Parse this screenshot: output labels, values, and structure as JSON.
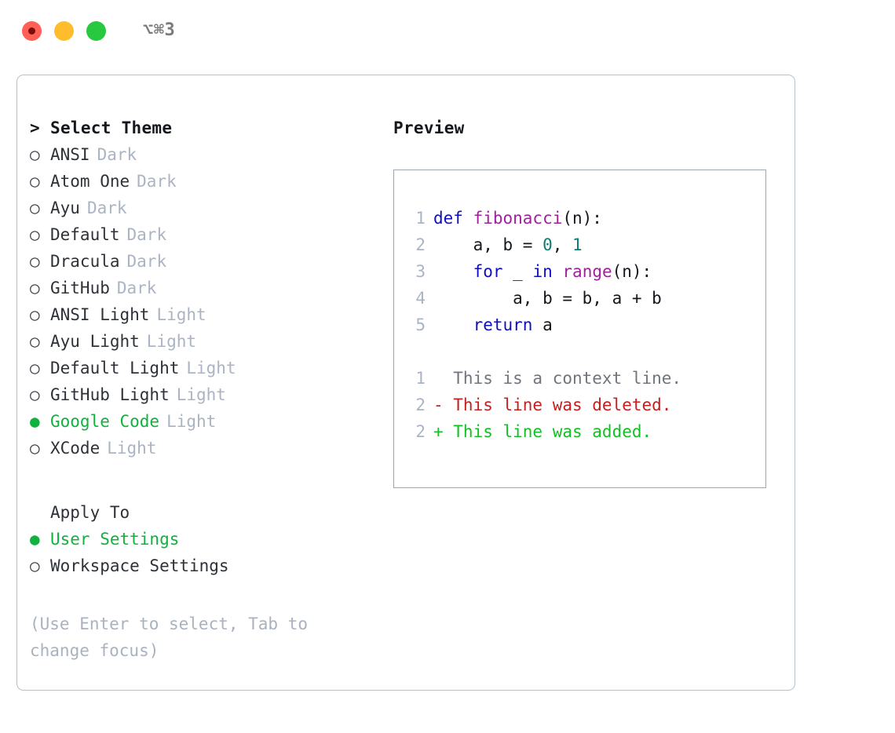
{
  "titlebar": {
    "shortcut": "⌥⌘3",
    "buttons": [
      {
        "name": "close",
        "color": "#ff5f57"
      },
      {
        "name": "minimize",
        "color": "#ffbd2e"
      },
      {
        "name": "maximize",
        "color": "#28c840"
      }
    ]
  },
  "theme_picker": {
    "heading": "Select Theme",
    "caret": ">",
    "radio_unselected": "○",
    "radio_selected": "●",
    "items": [
      {
        "label": "ANSI",
        "tag": "Dark",
        "selected": false
      },
      {
        "label": "Atom One",
        "tag": "Dark",
        "selected": false
      },
      {
        "label": "Ayu",
        "tag": "Dark",
        "selected": false
      },
      {
        "label": "Default",
        "tag": "Dark",
        "selected": false
      },
      {
        "label": "Dracula",
        "tag": "Dark",
        "selected": false
      },
      {
        "label": "GitHub",
        "tag": "Dark",
        "selected": false
      },
      {
        "label": "ANSI Light",
        "tag": "Light",
        "selected": false
      },
      {
        "label": "Ayu Light",
        "tag": "Light",
        "selected": false
      },
      {
        "label": "Default Light",
        "tag": "Light",
        "selected": false
      },
      {
        "label": "GitHub Light",
        "tag": "Light",
        "selected": false
      },
      {
        "label": "Google Code",
        "tag": "Light",
        "selected": true
      },
      {
        "label": "XCode",
        "tag": "Light",
        "selected": false
      }
    ]
  },
  "apply_to": {
    "heading": "Apply To",
    "items": [
      {
        "label": "User Settings",
        "selected": true
      },
      {
        "label": "Workspace Settings",
        "selected": false
      }
    ]
  },
  "hint": "(Use Enter to select, Tab to change focus)",
  "preview": {
    "title": "Preview",
    "code_lines": [
      {
        "num": "1",
        "tokens": [
          {
            "t": "def ",
            "c": "kw"
          },
          {
            "t": "fibonacci",
            "c": "fn"
          },
          {
            "t": "(n):",
            "c": "plain"
          }
        ]
      },
      {
        "num": "2",
        "tokens": [
          {
            "t": "    a, b = ",
            "c": "plain"
          },
          {
            "t": "0",
            "c": "num"
          },
          {
            "t": ", ",
            "c": "plain"
          },
          {
            "t": "1",
            "c": "num"
          }
        ]
      },
      {
        "num": "3",
        "tokens": [
          {
            "t": "    ",
            "c": "plain"
          },
          {
            "t": "for",
            "c": "kw"
          },
          {
            "t": " _ ",
            "c": "plain"
          },
          {
            "t": "in",
            "c": "kw"
          },
          {
            "t": " ",
            "c": "plain"
          },
          {
            "t": "range",
            "c": "fn"
          },
          {
            "t": "(n):",
            "c": "plain"
          }
        ]
      },
      {
        "num": "4",
        "tokens": [
          {
            "t": "        a, b = b, a + b",
            "c": "plain"
          }
        ]
      },
      {
        "num": "5",
        "tokens": [
          {
            "t": "    ",
            "c": "plain"
          },
          {
            "t": "return",
            "c": "kw"
          },
          {
            "t": " a",
            "c": "plain"
          }
        ]
      }
    ],
    "diff_lines": [
      {
        "num": "1",
        "prefix": "  ",
        "text": "This is a context line.",
        "kind": "ctx"
      },
      {
        "num": "2",
        "prefix": "- ",
        "text": "This line was deleted.",
        "kind": "del"
      },
      {
        "num": "2",
        "prefix": "+ ",
        "text": "This line was added.",
        "kind": "add"
      }
    ]
  }
}
